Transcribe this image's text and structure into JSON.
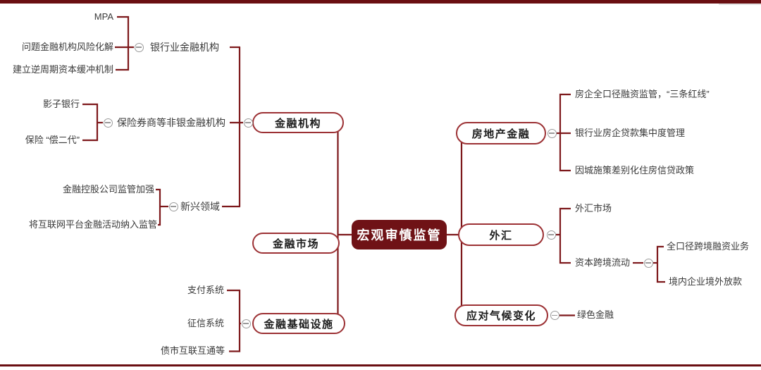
{
  "theme": {
    "line_color": "#7d181b",
    "node_fill": "#6f1216",
    "pill_border": "#9c3134",
    "icon_gray": "#9a9a9a",
    "bar_color": "#6a0f12",
    "text_color": "#3a3a3a"
  },
  "icons": {
    "collapse": "minus-circle-icon"
  },
  "mindmap": {
    "root": {
      "label": "宏观审慎监管"
    },
    "left": [
      {
        "label": "金融机构",
        "children": [
          {
            "label": "银行业金融机构",
            "children": [
              {
                "label": "MPA"
              },
              {
                "label": "问题金融机构风险化解"
              },
              {
                "label": "建立逆周期资本缓冲机制"
              }
            ]
          },
          {
            "label": "保险券商等非银金融机构",
            "children": [
              {
                "label": "影子银行"
              },
              {
                "label": "保险 “偿二代”"
              }
            ]
          },
          {
            "label": "新兴领域",
            "children": [
              {
                "label": "金融控股公司监管加强"
              },
              {
                "label": "将互联网平台金融活动纳入监管"
              }
            ]
          }
        ]
      },
      {
        "label": "金融市场",
        "children": []
      },
      {
        "label": "金融基础设施",
        "children": [
          {
            "label": "支付系统"
          },
          {
            "label": "征信系统"
          },
          {
            "label": "债市互联互通等"
          }
        ]
      }
    ],
    "right": [
      {
        "label": "房地产金融",
        "children": [
          {
            "label": "房企全口径融资监管，“三条红线”"
          },
          {
            "label": "银行业房企贷款集中度管理"
          },
          {
            "label": "因城施策差别化住房信贷政策"
          }
        ]
      },
      {
        "label": "外汇",
        "children": [
          {
            "label": "外汇市场"
          },
          {
            "label": "资本跨境流动",
            "children": [
              {
                "label": "全口径跨境融资业务"
              },
              {
                "label": "境内企业境外放款"
              }
            ]
          }
        ]
      },
      {
        "label": "应对气候变化",
        "children": [
          {
            "label": "绿色金融"
          }
        ]
      }
    ]
  }
}
